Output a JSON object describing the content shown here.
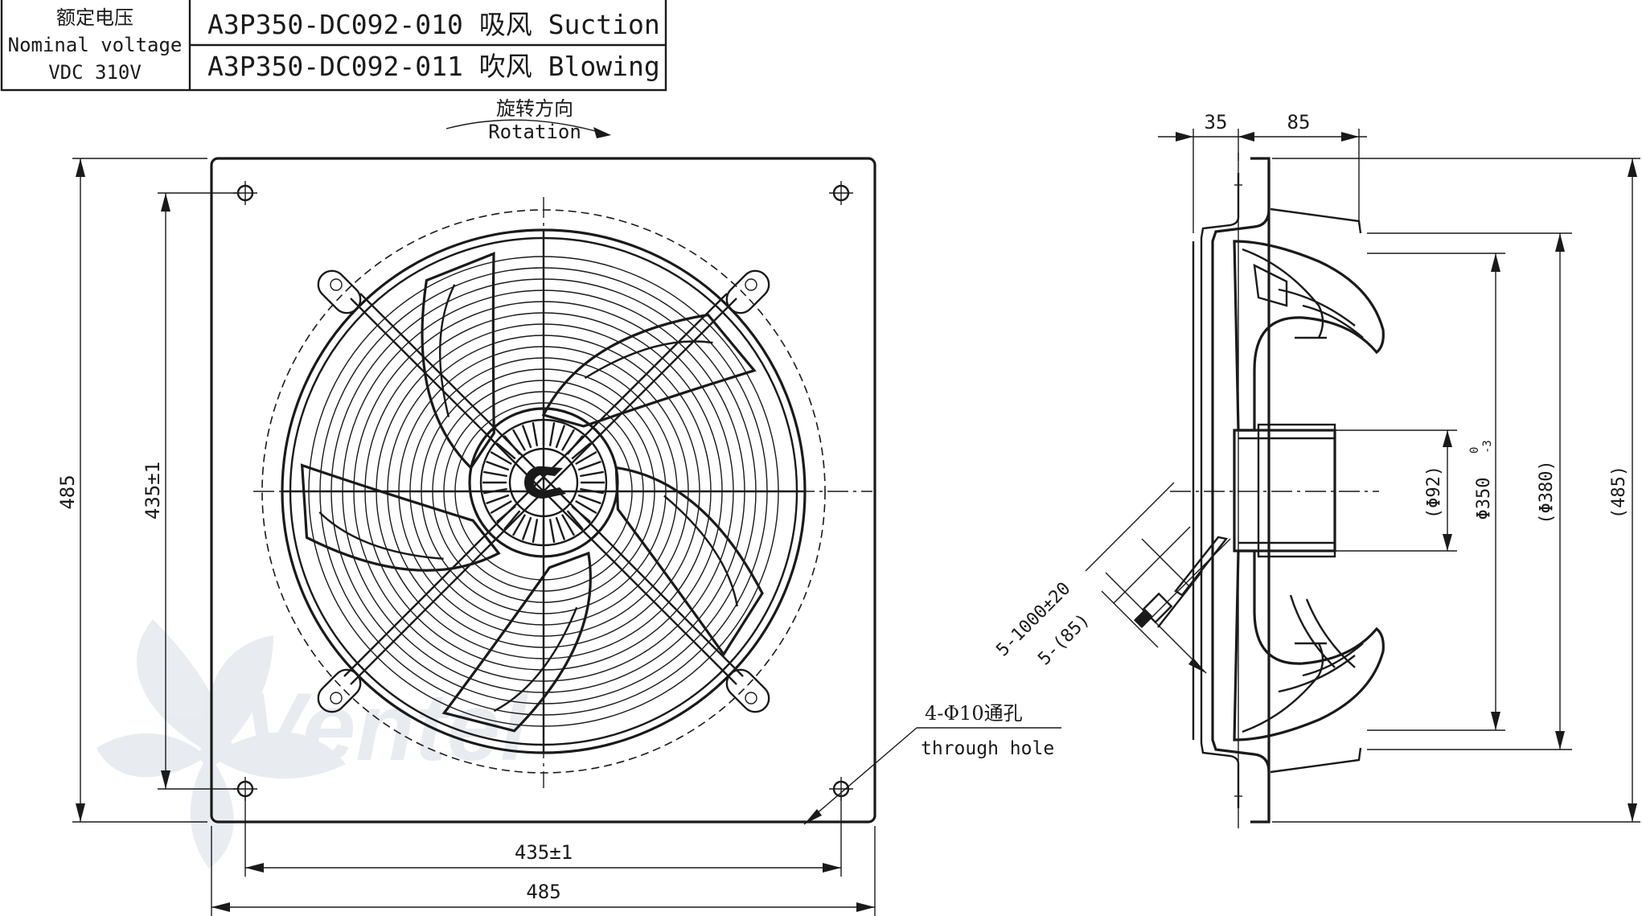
{
  "spec_table": {
    "voltage_cn": "额定电压",
    "voltage_en": "Nominal voltage",
    "voltage_value": "VDC 310V",
    "row1": "A3P350-DC092-010 吸风 Suction",
    "row2": "A3P350-DC092-011 吹风 Blowing"
  },
  "rotation": {
    "cn": "旋转方向",
    "en": "Rotation"
  },
  "front_view": {
    "left_height": "485",
    "hole_vertical": "435±1",
    "hole_horizontal": "435±1",
    "bottom_width": "485",
    "hole_note_cn": "4-Φ10通孔",
    "hole_note_en": "through hole"
  },
  "side_view": {
    "top_dim_1": "35",
    "top_dim_2": "85",
    "hub_dia": "(Φ92)",
    "impeller_dia": "Φ350",
    "impeller_tol_upper": "0",
    "impeller_tol_lower": "-3",
    "ring_dia": "(Φ380)",
    "overall_height": "(485)",
    "cable_length": "5-1000±20",
    "cable_strip": "5-(85)"
  },
  "watermark": {
    "brand": "Ventel"
  },
  "colors": {
    "line": "#1a1a1a",
    "watermark": "#d7dde6",
    "watermark_accent": "#cfe0f2"
  }
}
